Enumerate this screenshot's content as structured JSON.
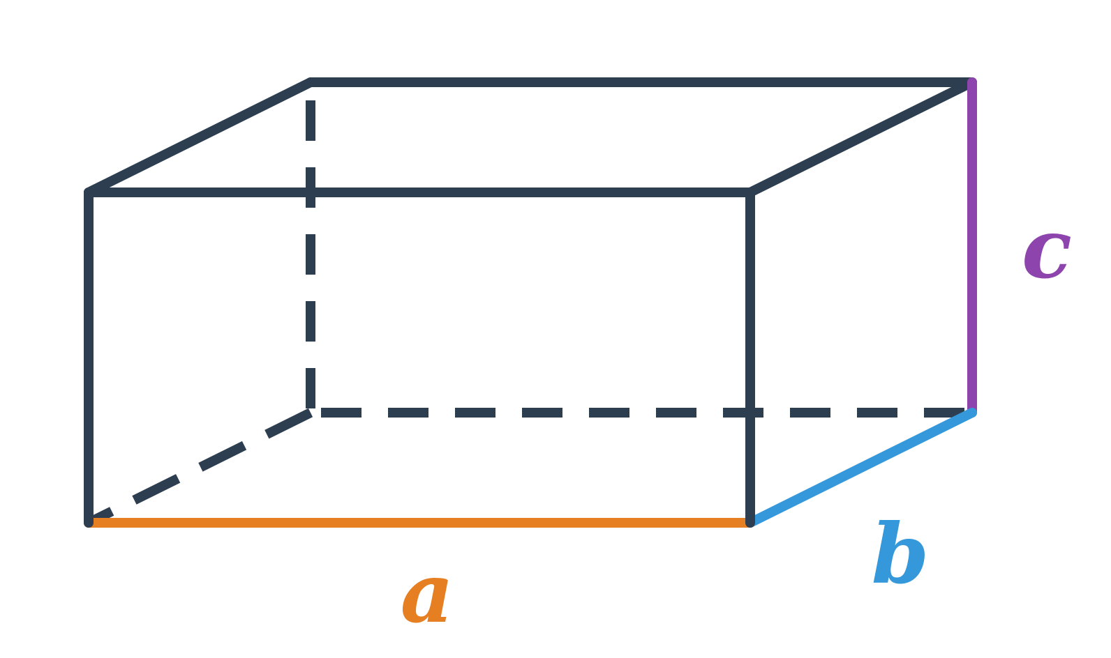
{
  "diagram": {
    "labels": {
      "a": "a",
      "b": "b",
      "c": "c"
    },
    "colors": {
      "edge": "#2d3e50",
      "a": "#e67e22",
      "b": "#3498db",
      "c": "#8e44ad",
      "background": "#ffffff"
    }
  }
}
